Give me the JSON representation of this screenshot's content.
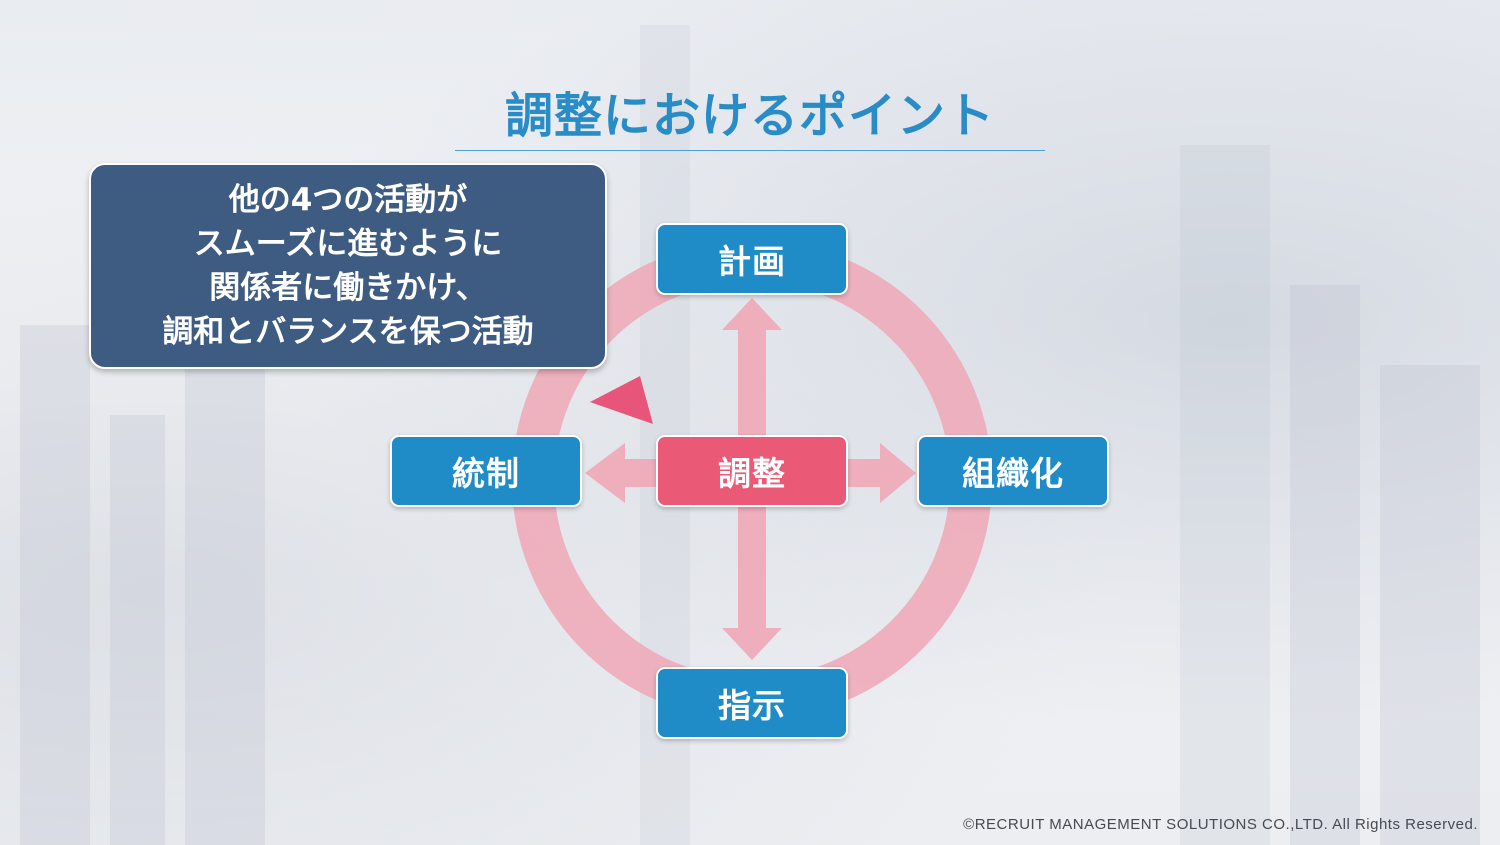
{
  "title": "調整におけるポイント",
  "callout": {
    "lines": [
      "他の4つの活動が",
      "スムーズに進むように",
      "関係者に働きかけ、",
      "調和とバランスを保つ活動"
    ]
  },
  "nodes": {
    "top": "計画",
    "left": "統制",
    "center": "調整",
    "right": "組織化",
    "bottom": "指示"
  },
  "colors": {
    "title": "#2a8cc6",
    "node_blue": "#1f8bc7",
    "node_pink": "#ea5a77",
    "cycle_ring": "#f0a7b6",
    "callout_bg": "#3e5b82"
  },
  "footer": "©RECRUIT MANAGEMENT SOLUTIONS CO.,LTD. All Rights Reserved."
}
